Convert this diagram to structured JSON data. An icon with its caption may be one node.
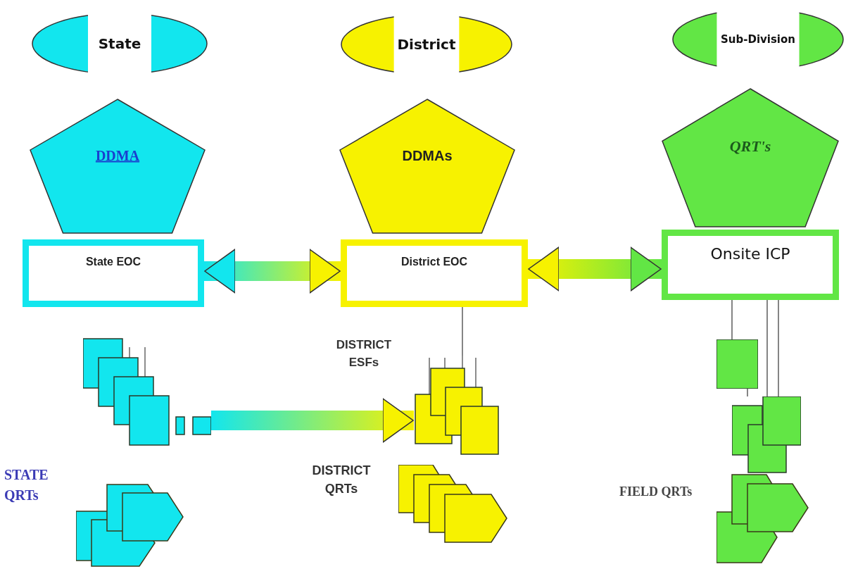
{
  "diagram": {
    "nodes": [
      {
        "text": [
          "State"
        ]
      },
      {
        "text": [
          "District"
        ]
      },
      {
        "text": [
          "Sub-Division"
        ]
      },
      {
        "text": [
          "DDMA"
        ]
      },
      {
        "text": [
          "DDMAs"
        ]
      },
      {
        "text": [
          "QRT's"
        ]
      },
      {
        "text": [
          "State EOC"
        ]
      },
      {
        "text": [
          "District EOC"
        ]
      },
      {
        "text": [
          "Onsite ICP"
        ]
      },
      {
        "text": [],
        "shape": "box"
      },
      {
        "text": [],
        "shape": "box",
        "beside": [
          "DISTRICT ESFs"
        ]
      },
      {
        "text": [],
        "shape": "pentagon",
        "beside": [
          "STATE QRTs"
        ]
      },
      {
        "text": [],
        "shape": "pentagon",
        "beside": [
          "DISTRICT QRTs"
        ]
      },
      {
        "text": [],
        "shape": "box"
      },
      {
        "text": [],
        "shape": "box"
      },
      {
        "text": [],
        "shape": "pentagon",
        "beside": [
          "FIELD QRTs"
        ]
      }
    ],
    "edges": [
      {
        "from": 6,
        "to": 7,
        "arrow": "both",
        "style": "thick"
      },
      {
        "from": 7,
        "to": 8,
        "arrow": "both",
        "style": "thick"
      },
      {
        "from": 9,
        "to": 10,
        "arrow": "to",
        "style": "thick"
      },
      {
        "from": 7,
        "to": 10,
        "arrow": "none"
      },
      {
        "from": 8,
        "to": 13,
        "arrow": "none"
      },
      {
        "from": 8,
        "to": 14,
        "arrow": "none"
      },
      {
        "from": 8,
        "to": 14,
        "arrow": "none"
      },
      {
        "from": 13,
        "to": 14,
        "arrow": "none"
      }
    ]
  }
}
